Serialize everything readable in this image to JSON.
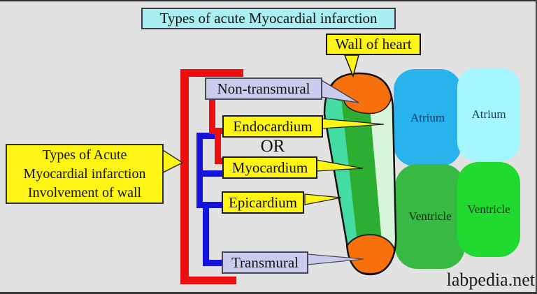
{
  "title": "Types of acute Myocardial infarction",
  "wall_of_heart_label": "Wall of heart",
  "left_box": {
    "line1": "Types of Acute",
    "line2": "Myocardial infarction",
    "line3": "Involvement of wall"
  },
  "labels": {
    "non_transmural": "Non-transmural",
    "endocardium": "Endocardium",
    "or": "OR",
    "myocardium": "Myocardium",
    "epicardium": "Epicardium",
    "transmural": "Transmural"
  },
  "heart_regions": {
    "atrium_left": "Atrium",
    "atrium_right": "Atrium",
    "ventricle_left": "Ventricle",
    "ventricle_right": "Ventricle"
  },
  "watermark": "labpedia.net",
  "colors": {
    "background": "#e2e2e2",
    "highlight_yellow": "#fff515",
    "label_lavender": "#cbcbee",
    "title_cyan": "#a9eff2",
    "bracket_red": "#ee0e0e",
    "bracket_blue": "#1414dc",
    "infarct_orange": "#f8700c",
    "epicardium_teal": "#43dca2",
    "myocardium_green": "#2bae31",
    "endocardium_mint": "#d8f5dc",
    "atrium_blue": "#29b3ec",
    "atrium_cyan": "#a5f6fe",
    "ventricle_green_left": "#38b944",
    "ventricle_green_right": "#20da30"
  }
}
